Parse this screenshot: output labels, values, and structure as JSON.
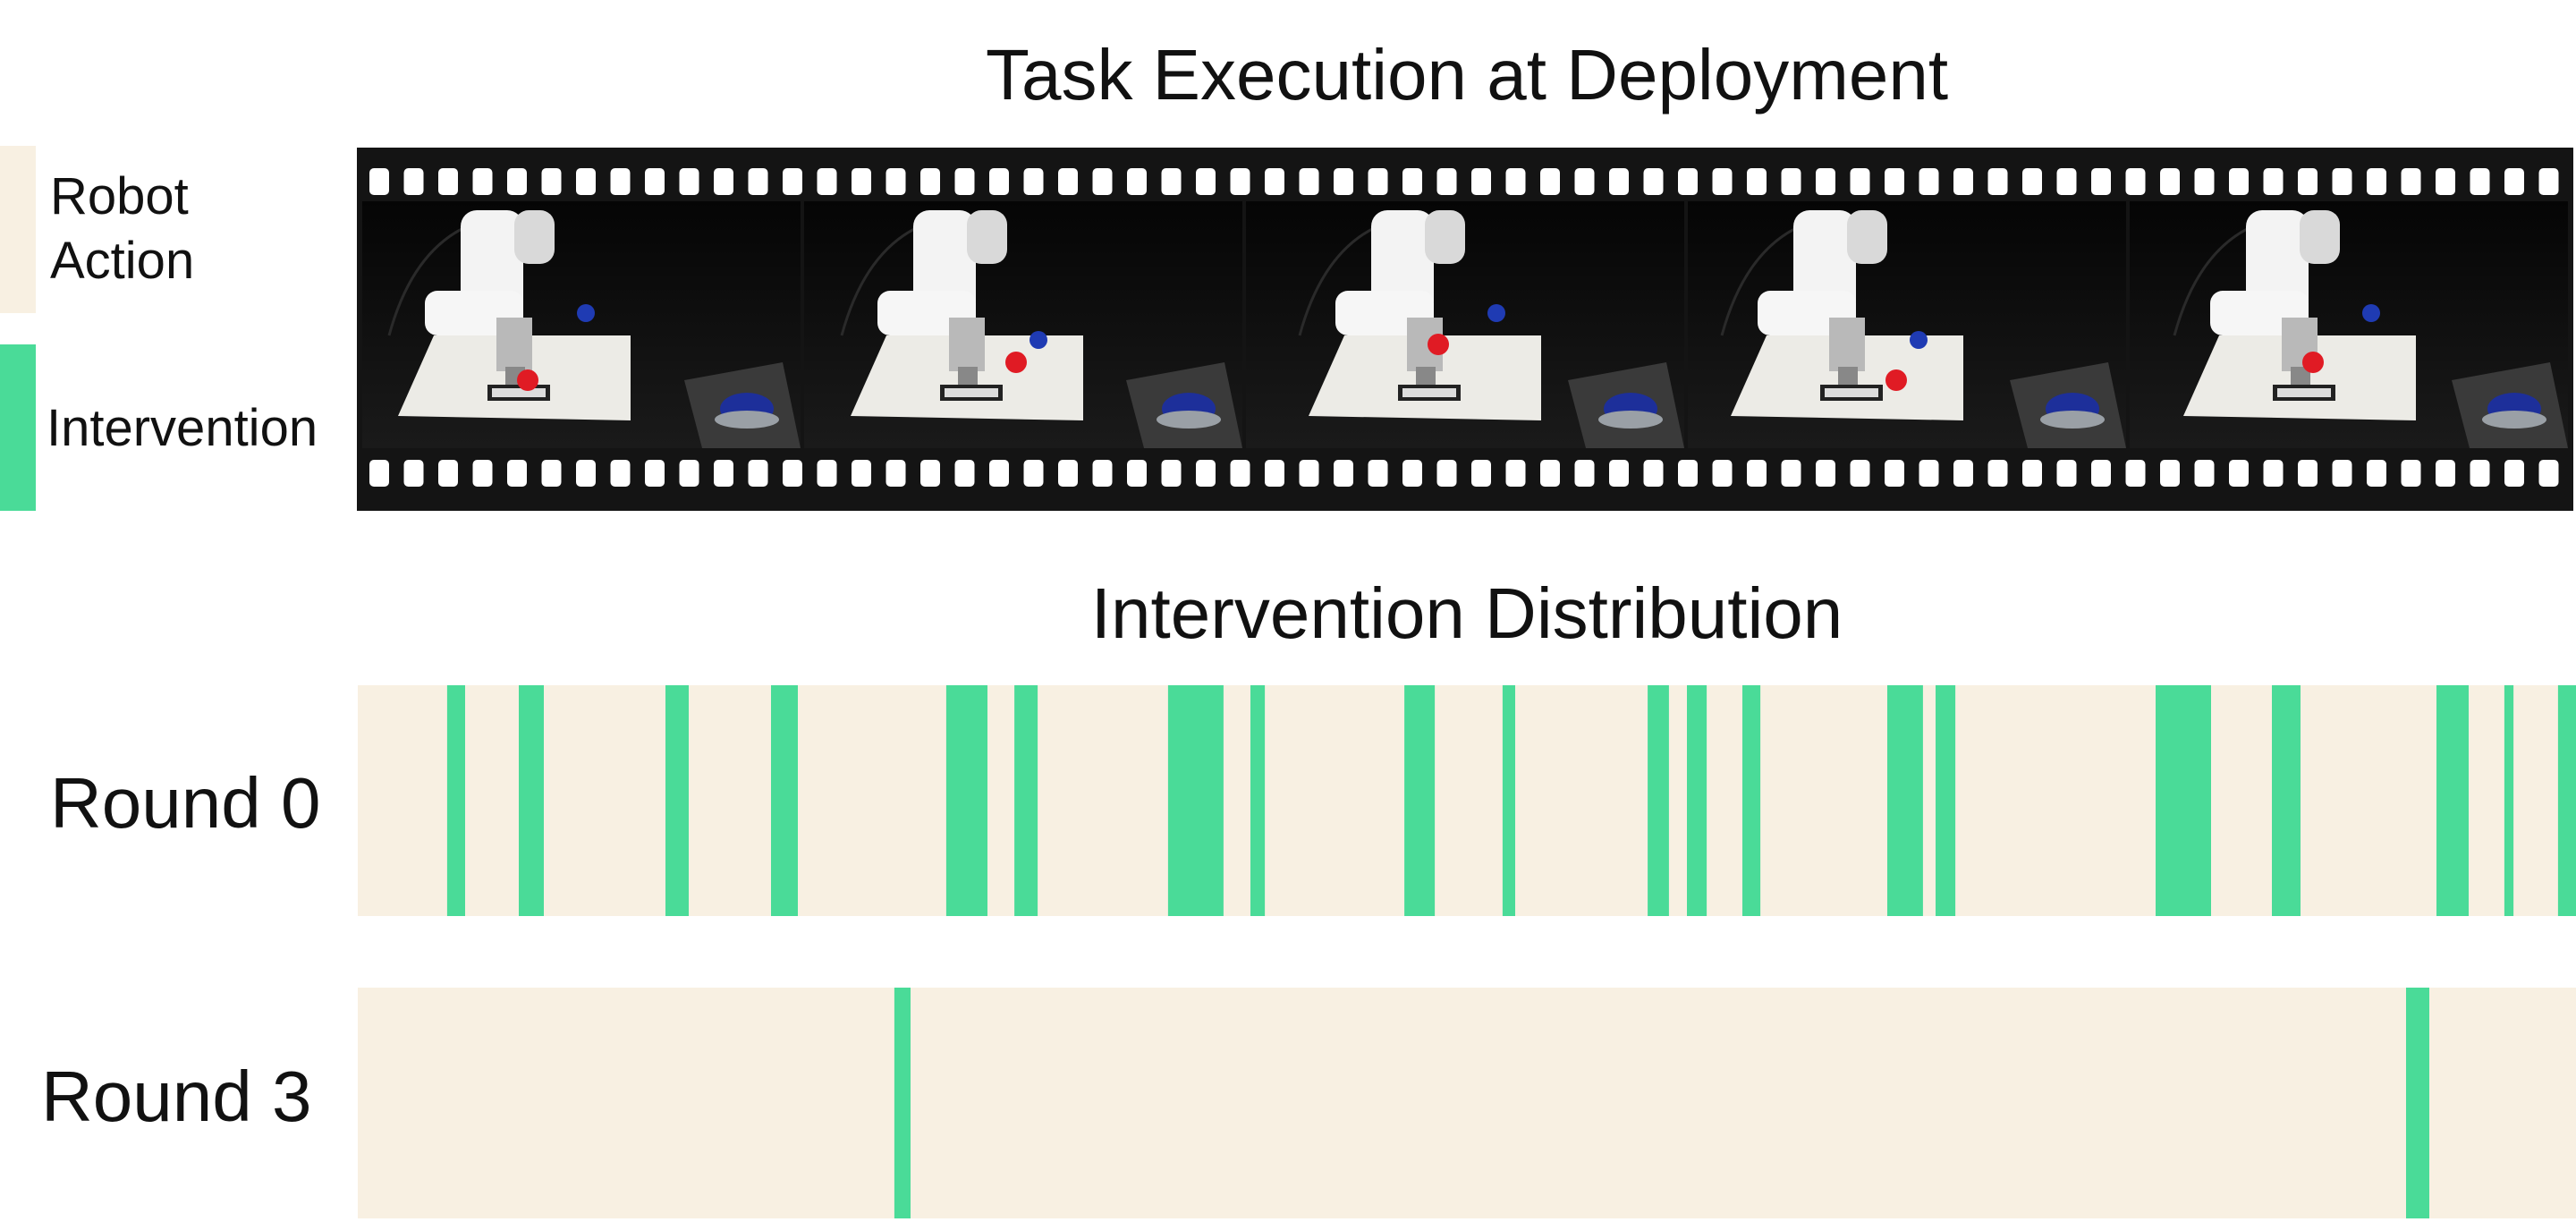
{
  "colors": {
    "robot_action": "#F8F0E2",
    "intervention": "#4ADB98",
    "film": "#141414"
  },
  "titles": {
    "top": "Task Execution at Deployment",
    "middle": "Intervention Distribution"
  },
  "legend": {
    "robot_action": "Robot\nAction",
    "intervention": "Intervention"
  },
  "filmstrip": {
    "frame_count": 5
  },
  "timeline": {
    "rows": [
      {
        "label": "Round 0",
        "interventions": [
          [
            0.0403,
            0.0484
          ],
          [
            0.0726,
            0.0839
          ],
          [
            0.1387,
            0.1492
          ],
          [
            0.1863,
            0.1984
          ],
          [
            0.2653,
            0.2839
          ],
          [
            0.296,
            0.3065
          ],
          [
            0.3653,
            0.3903
          ],
          [
            0.4024,
            0.4089
          ],
          [
            0.4718,
            0.4855
          ],
          [
            0.5161,
            0.5218
          ],
          [
            0.5815,
            0.5911
          ],
          [
            0.5992,
            0.6081
          ],
          [
            0.6242,
            0.6323
          ],
          [
            0.6895,
            0.7056
          ],
          [
            0.7113,
            0.7202
          ],
          [
            0.8105,
            0.8355
          ],
          [
            0.8629,
            0.8758
          ],
          [
            0.9371,
            0.9516
          ],
          [
            0.9677,
            0.9718
          ],
          [
            0.9919,
            1.0
          ]
        ]
      },
      {
        "label": "Round 3",
        "interventions": [
          [
            0.2419,
            0.2492
          ],
          [
            0.9234,
            0.9339
          ]
        ]
      }
    ]
  }
}
